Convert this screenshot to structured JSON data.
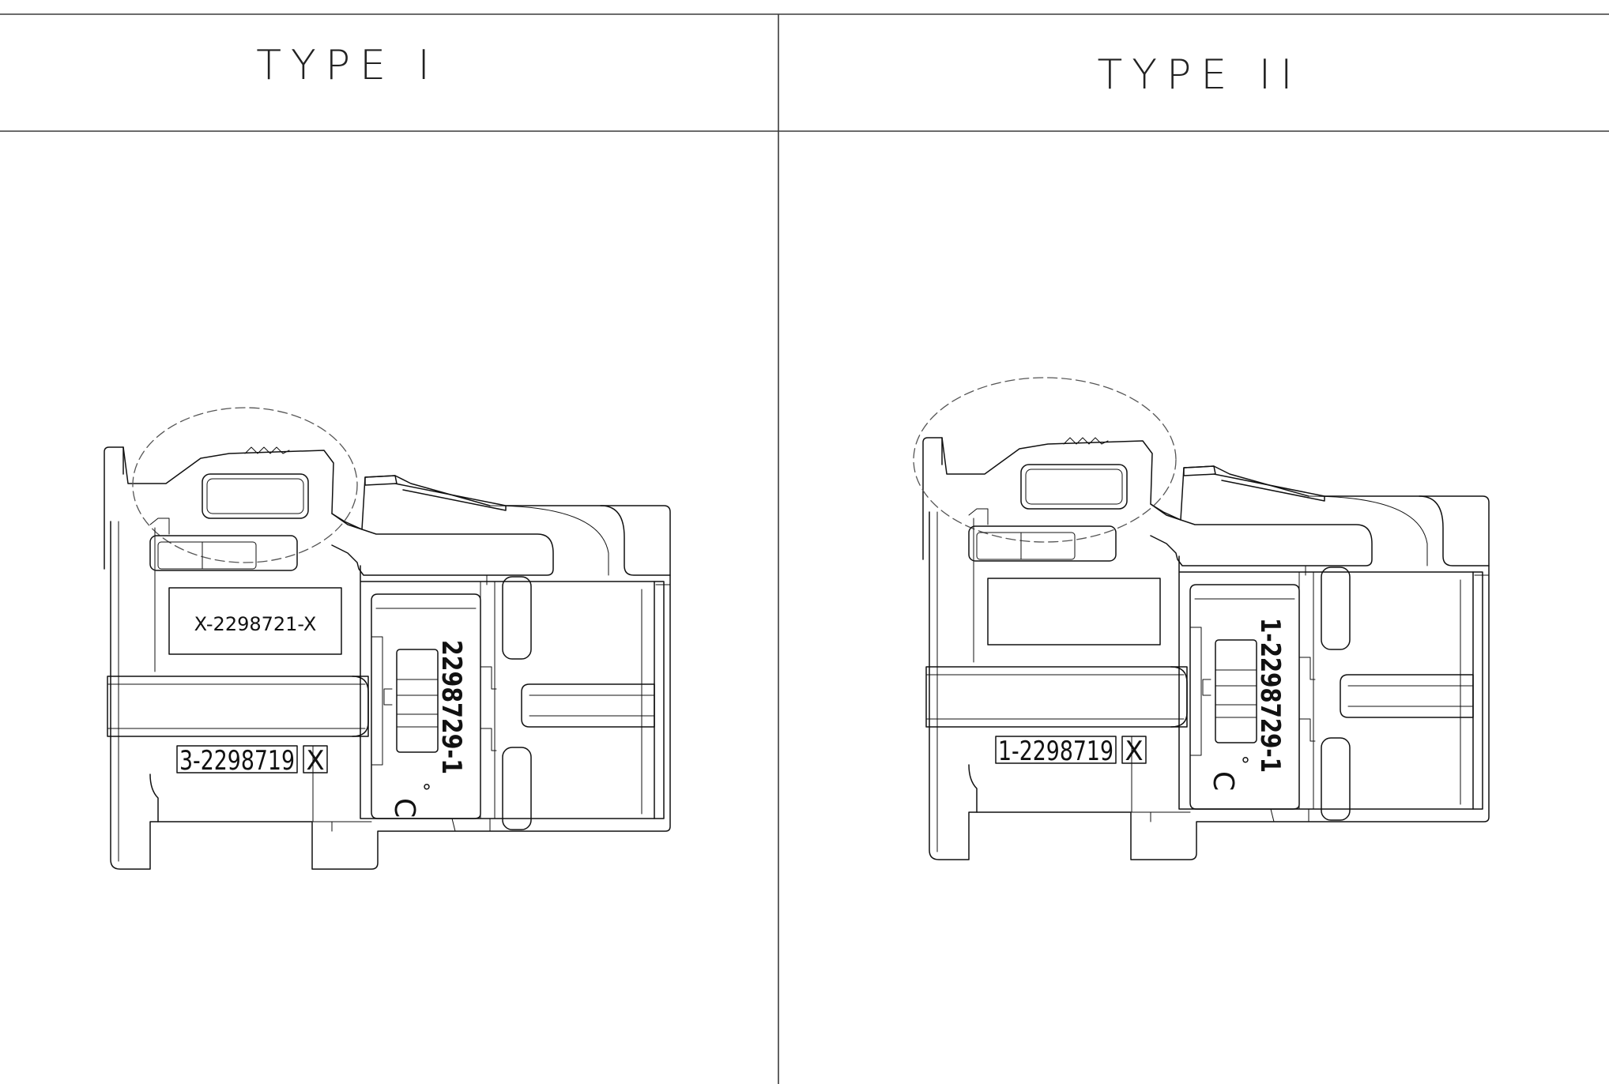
{
  "headers": {
    "type1": "TYPE I",
    "type2": "TYPE II"
  },
  "type1": {
    "housing_label": "X-2298721-X",
    "code_label": "3-2298719",
    "code_suffix": "X",
    "vertical_label": "2298729-1",
    "c_mark": "C",
    "degree_mark": "°"
  },
  "type2": {
    "housing_label": "",
    "code_label": "1-2298719",
    "code_suffix": "X",
    "vertical_label": "1-2298729-1",
    "c_mark": "C",
    "degree_mark": "°"
  },
  "colors": {
    "line": "#111111",
    "frame": "#3a3a3a",
    "background": "#ffffff"
  }
}
